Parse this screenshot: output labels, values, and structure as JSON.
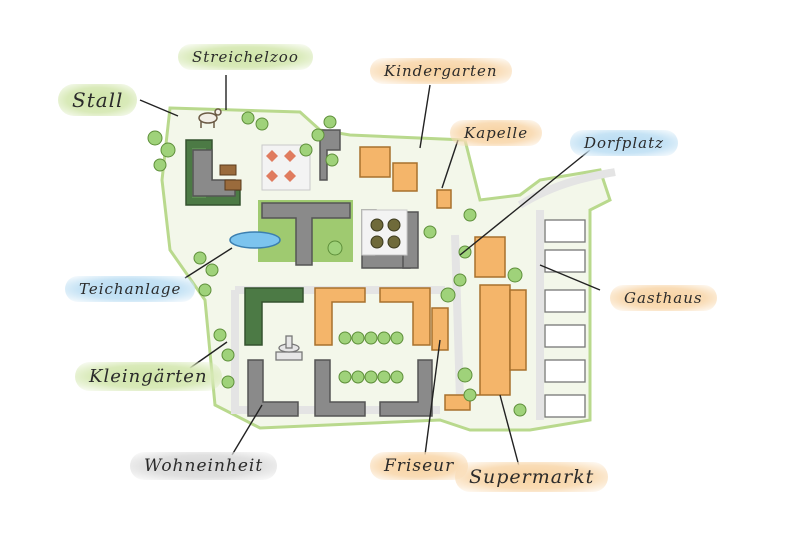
{
  "labels": {
    "streichelzoo": "Streichelzoo",
    "stall": "Stall",
    "kindergarten": "Kindergarten",
    "kapelle": "Kapelle",
    "dorfplatz": "Dorfplatz",
    "teichanlage": "Teichanlage",
    "gasthaus": "Gasthaus",
    "kleingaerten": "Kleingärten",
    "wohneinheit": "Wohneinheit",
    "friseur": "Friseur",
    "supermarkt": "Supermarkt"
  },
  "colors": {
    "building_gray": "#8a8a8a",
    "building_orange": "#f4b56a",
    "green_roof": "#4c7a45",
    "tree": "#9fd27a",
    "label_green": "#d9eab9",
    "label_orange": "#f9dcb6",
    "label_blue": "#c6e3f5",
    "label_gray": "#e0e0e0"
  }
}
